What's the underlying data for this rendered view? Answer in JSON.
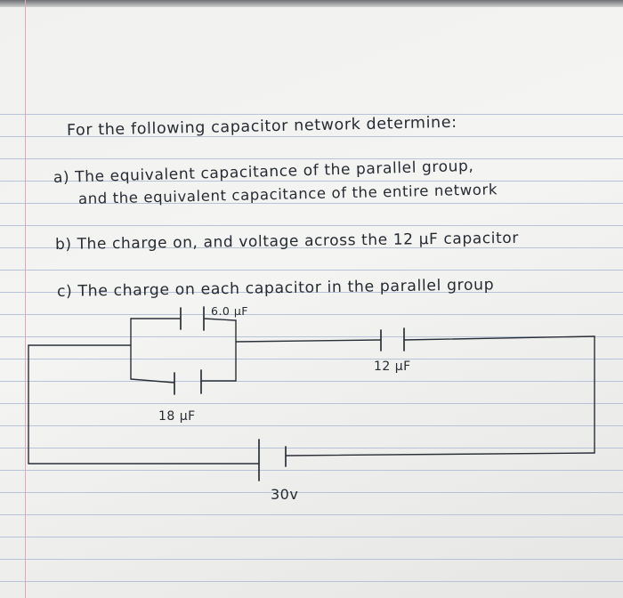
{
  "notebook": {
    "question": {
      "intro": "For the following capacitor network determine:",
      "part_a_line1": "a) The equivalent capacitance of the parallel group,",
      "part_a_line2": "and the equivalent capacitance of the entire network",
      "part_b": "b) The charge on, and voltage across the 12 μF capacitor",
      "part_c": "c) The charge on each capacitor in the parallel group"
    },
    "circuit": {
      "label_c1": "6.0 μF",
      "label_c2": "18 μF",
      "label_c3": "12 μF",
      "label_source": "30v"
    }
  },
  "colors": {
    "paper": "#f2f2f0",
    "rule_line": "#b9c3d8",
    "margin_line": "#e3a7ad",
    "ink": "#262a33"
  }
}
